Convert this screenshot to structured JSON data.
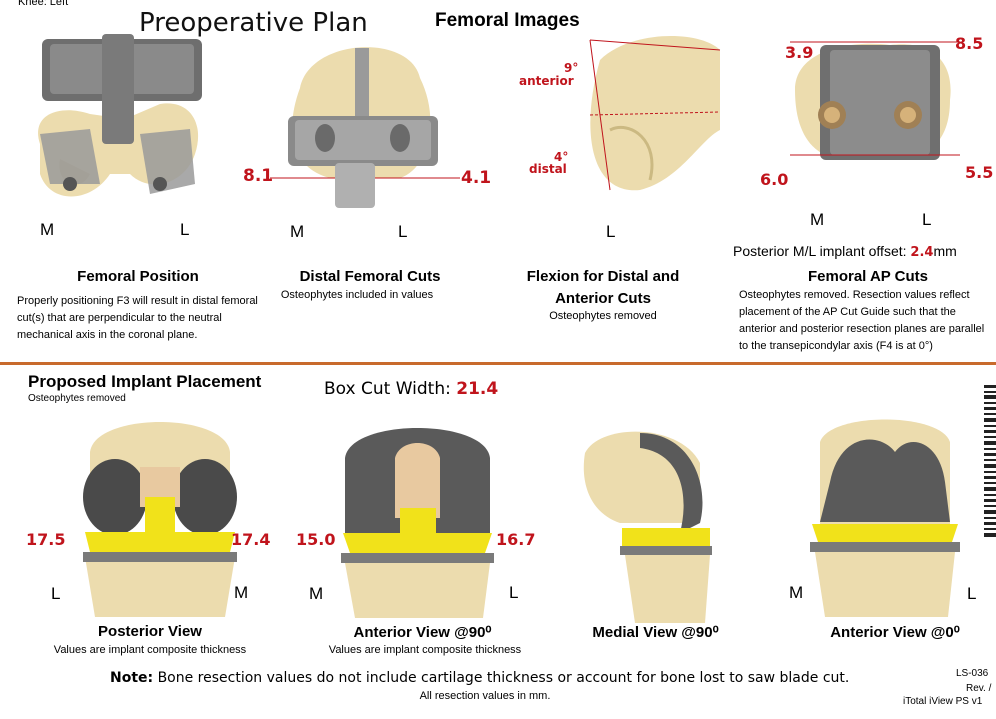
{
  "header": {
    "knee_side": "Knee: Left",
    "plan_title": "Preoperative Plan",
    "section_title": "Femoral Images"
  },
  "femoral_images": {
    "femoral_position": {
      "m_label": "M",
      "l_label": "L",
      "caption": "Femoral Position",
      "description": "Properly positioning F3 will result in distal femoral cut(s) that are perpendicular to the neutral mechanical axis in the coronal plane."
    },
    "distal_cuts": {
      "left_value": "8.1",
      "right_value": "4.1",
      "m_label": "M",
      "l_label": "L",
      "caption": "Distal Femoral Cuts",
      "note": "Osteophytes included in values"
    },
    "flexion": {
      "anterior_deg": "9°",
      "anterior_word": "anterior",
      "distal_deg": "4°",
      "distal_word": "distal",
      "l_label": "L",
      "caption_line1": "Flexion for Distal and",
      "caption_line2": "Anterior Cuts",
      "note": "Osteophytes removed"
    },
    "ap_cuts": {
      "top_left": "3.9",
      "top_right": "8.5",
      "bottom_left": "6.0",
      "bottom_right": "5.5",
      "m_label": "M",
      "l_label": "L",
      "offset_label": "Posterior M/L implant offset:",
      "offset_value": "2.4",
      "offset_unit": "mm",
      "caption": "Femoral AP Cuts",
      "description": "Osteophytes removed. Resection values reflect placement of the AP Cut Guide such that the anterior and posterior resection planes are parallel to the transepicondylar axis (F4 is at 0°)"
    }
  },
  "implant": {
    "title": "Proposed Implant Placement",
    "subtitle": "Osteophytes removed",
    "box_cut_label": "Box Cut Width:",
    "box_cut_value": "21.4",
    "posterior": {
      "left_value": "17.5",
      "right_value": "17.4",
      "left_side": "L",
      "right_side": "M",
      "caption": "Posterior View",
      "note": "Values are implant composite thickness"
    },
    "anterior90": {
      "left_value": "15.0",
      "right_value": "16.7",
      "left_side": "M",
      "right_side": "L",
      "caption": "Anterior View @90⁰",
      "note": "Values are implant composite thickness"
    },
    "medial90": {
      "caption": "Medial View @90⁰"
    },
    "anterior0": {
      "left_side": "M",
      "right_side": "L",
      "caption": "Anterior View @0⁰"
    }
  },
  "footer": {
    "note_bold": "Note:",
    "note_text": "Bone resection values do not include cartilage thickness or account for bone lost to saw blade cut.",
    "units": "All resection values in mm.",
    "doc_id": "LS-036",
    "rev": "Rev. /",
    "product": "iTotal iView PS v1"
  },
  "colors": {
    "bone": "#ecdcae",
    "metal": "#6e6e6e",
    "insert": "#f1e21a",
    "value_red": "#c0141c",
    "divider": "#c86a2c"
  }
}
